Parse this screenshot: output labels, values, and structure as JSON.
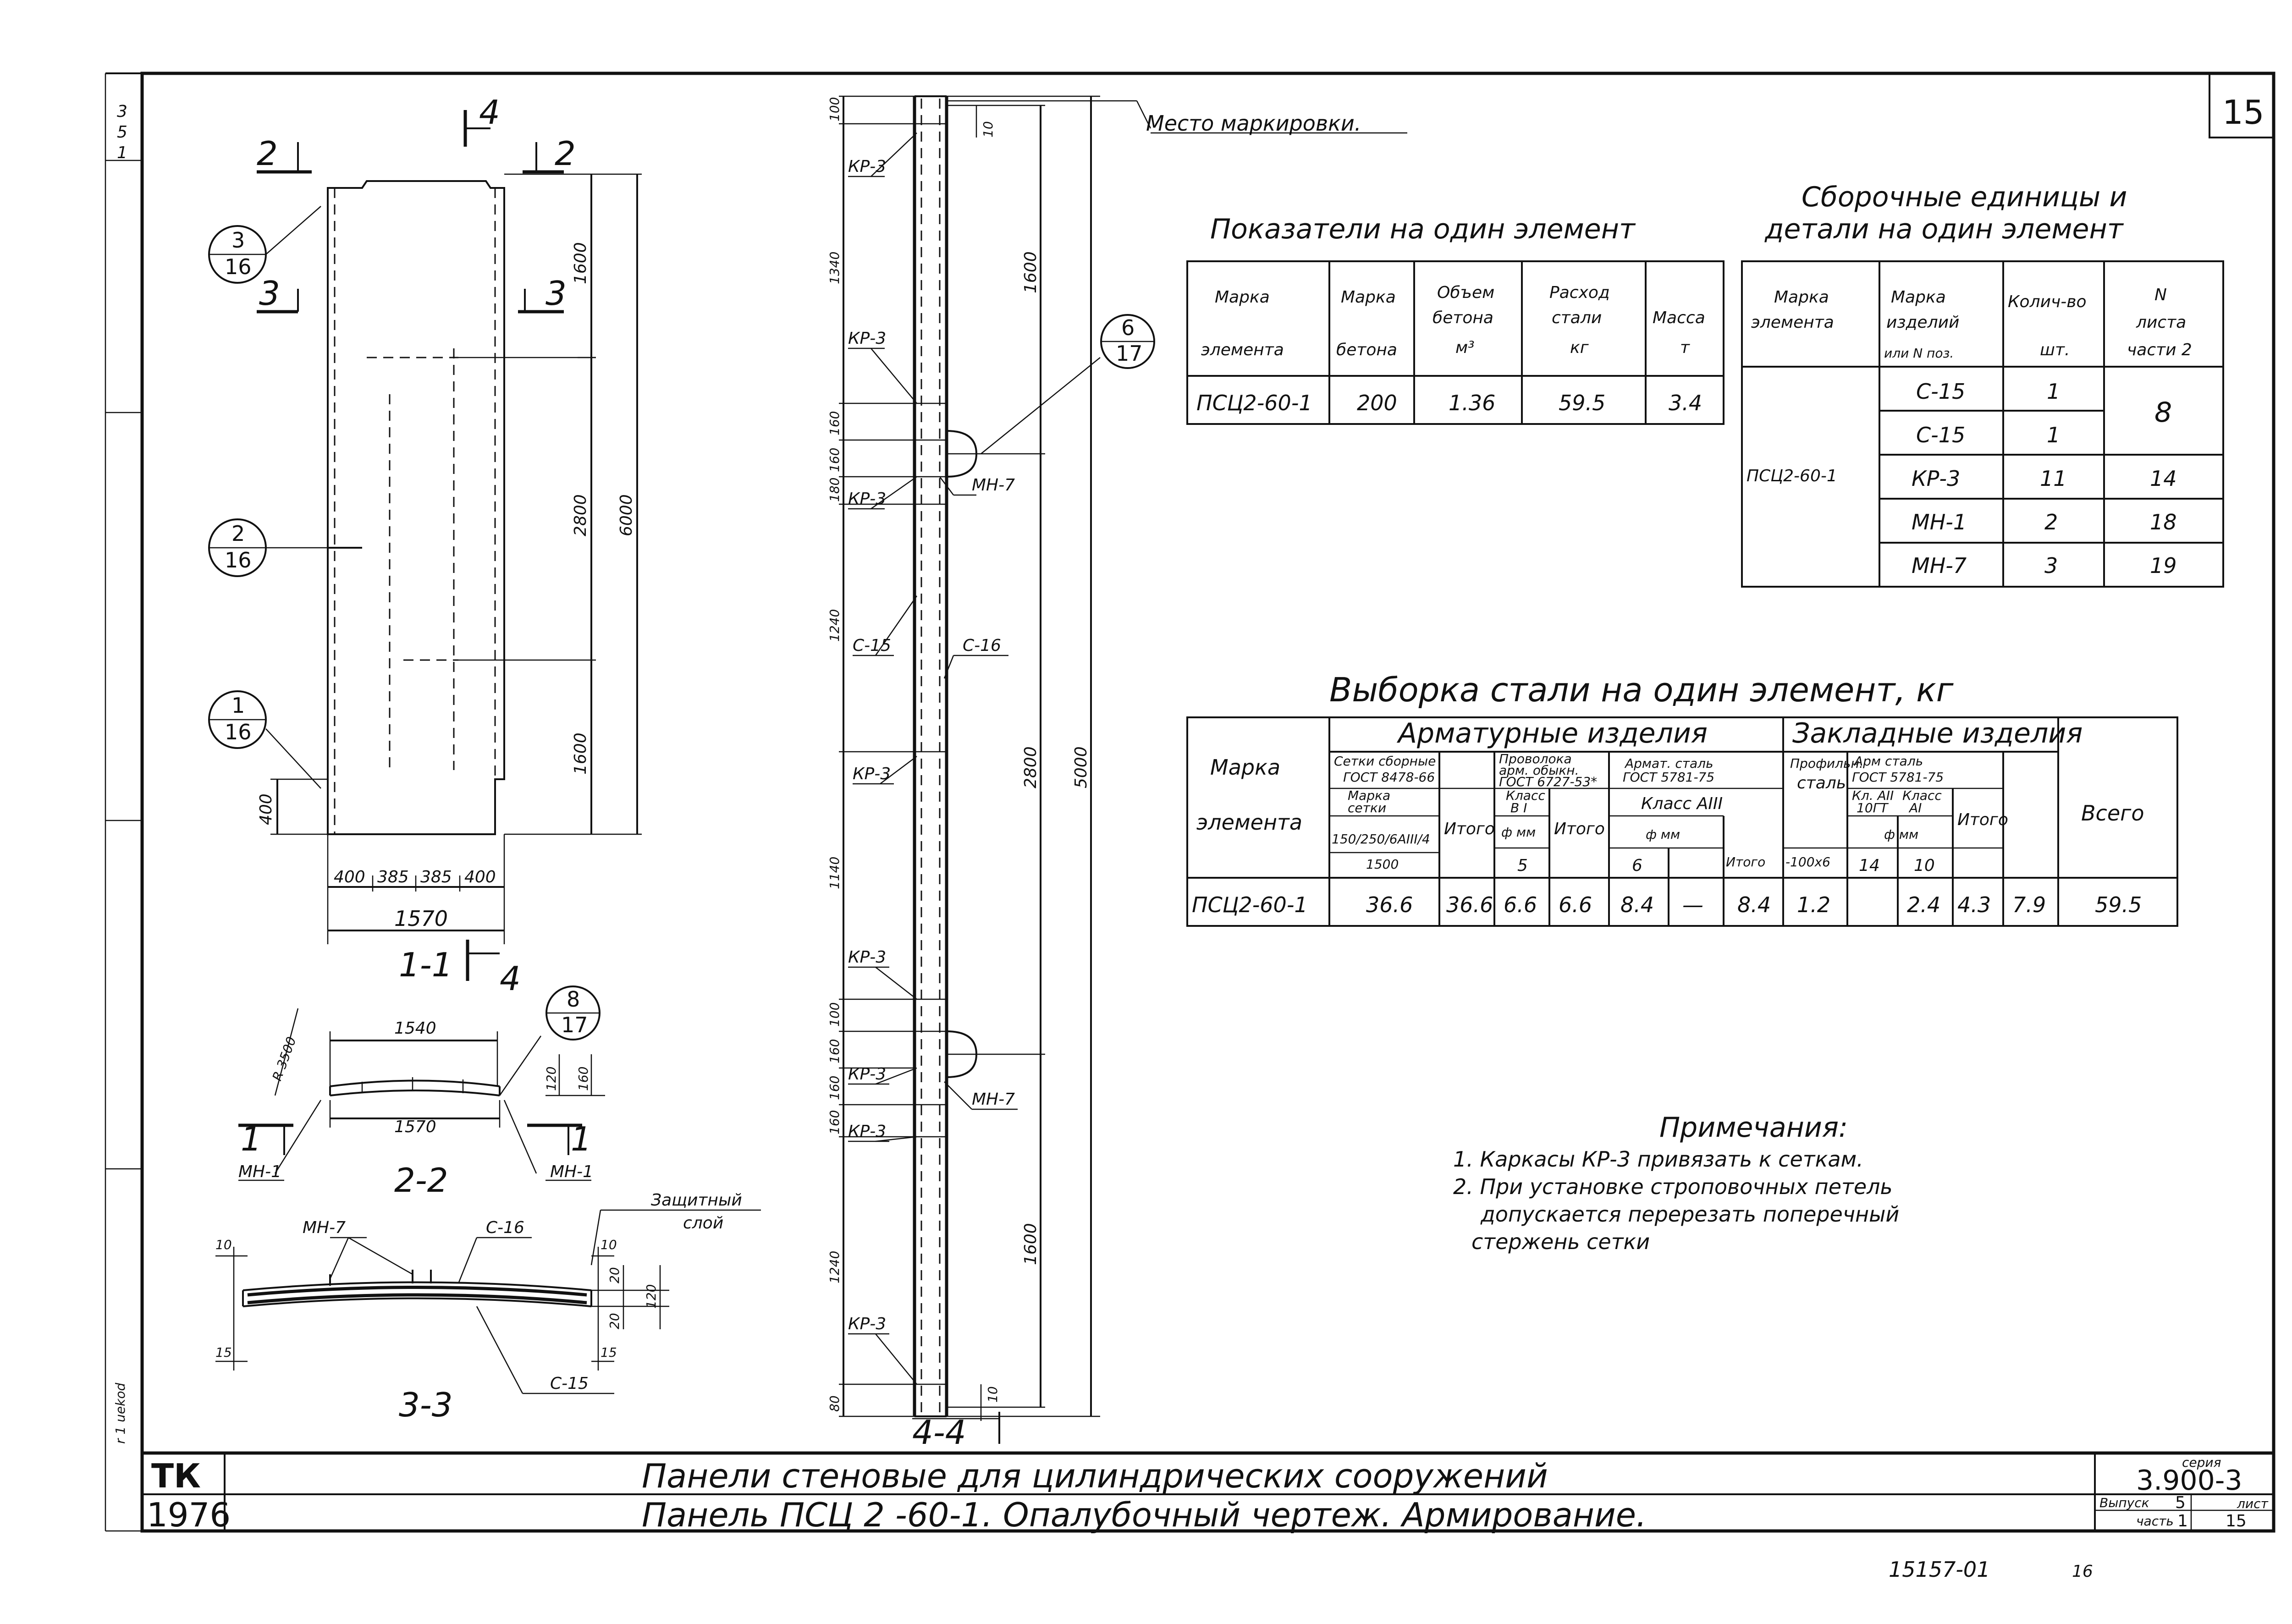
{
  "sheet_number": "15",
  "left_margin_text": [
    "3",
    "5",
    "1"
  ],
  "left_margin_text_bottom": "r 1 uekod",
  "marking_label": "Место маркировки.",
  "section_labels": {
    "s2_left": "2",
    "s2_right": "2",
    "s3_left": "3",
    "s3_right": "3",
    "s4_top": "4",
    "s4_bottom": "4",
    "s11": "1-1",
    "s22": "2-2",
    "s33": "3-3",
    "s44": "4-4",
    "s1_left": "1",
    "s1_right": "1"
  },
  "callouts": [
    {
      "top": "3",
      "bottom": "16"
    },
    {
      "top": "2",
      "bottom": "16"
    },
    {
      "top": "1",
      "bottom": "16"
    },
    {
      "top": "6",
      "bottom": "17"
    },
    {
      "top": "8",
      "bottom": "17"
    }
  ],
  "front_view_dims": {
    "height_total": "6000",
    "upper": "1600",
    "middle": "2800",
    "lower": "1600",
    "base": "400",
    "w1": "400",
    "w2": "385",
    "w3": "385",
    "w4": "400",
    "width": "1570"
  },
  "section_22_dims": {
    "top": "1540",
    "bottom": "1570",
    "radius": "R 3500",
    "d120": "120",
    "d160": "160"
  },
  "section_22_labels": {
    "left": "МН-1",
    "right": "МН-1"
  },
  "section_33_labels": {
    "mn7": "МН-7",
    "c16": "С-16",
    "c15": "С-15",
    "protective_1": "Защитный",
    "protective_2": "слой"
  },
  "section_33_dims": {
    "d10a": "10",
    "d10b": "10",
    "d20a": "20",
    "d20b": "20",
    "d120": "120",
    "d15a": "15",
    "d15b": "15"
  },
  "section_44_left_dims": [
    "100",
    "1340",
    "160",
    "160",
    "180",
    "1240",
    "1140",
    "100",
    "160",
    "160",
    "160",
    "1240",
    "80"
  ],
  "section_44_right_dims": {
    "d10top": "10",
    "d1600a": "1600",
    "d2800": "2800",
    "d5000": "5000",
    "d1600b": "1600",
    "d10bot": "10"
  },
  "section_44_labels": [
    "КР-3",
    "КР-3",
    "КР-3",
    "С-15",
    "КР-3",
    "КР-3",
    "КР-3",
    "КР-3",
    "КР-3",
    "МН-7",
    "С-16",
    "МН-7"
  ],
  "table_indicators": {
    "title": "Показатели на один элемент",
    "headers": [
      [
        "Марка",
        "элемента"
      ],
      [
        "Марка",
        "бетона"
      ],
      [
        "Объем",
        "бетона",
        "м³"
      ],
      [
        "Расход",
        "стали",
        "кг"
      ],
      [
        "Масса",
        "т"
      ]
    ],
    "row": [
      "ПСЦ2-60-1",
      "200",
      "1.36",
      "59.5",
      "3.4"
    ]
  },
  "table_assembly": {
    "title_1": "Сборочные единицы и",
    "title_2": "детали на один элемент",
    "headers": [
      [
        "Марка",
        "элемента"
      ],
      [
        "Марка",
        "изделий",
        "или N поз."
      ],
      [
        "Колич-во",
        "шт."
      ],
      [
        "N",
        "листа",
        "части 2"
      ]
    ],
    "element": "ПСЦ2-60-1",
    "rows": [
      {
        "item": "С-15",
        "qty": "1",
        "sheet": "8"
      },
      {
        "item": "С-15",
        "qty": "1",
        "sheet": ""
      },
      {
        "item": "КР-3",
        "qty": "11",
        "sheet": "14"
      },
      {
        "item": "МН-1",
        "qty": "2",
        "sheet": "18"
      },
      {
        "item": "МН-7",
        "qty": "3",
        "sheet": "19"
      }
    ]
  },
  "table_steel": {
    "title": "Выборка стали на один элемент, кг",
    "h_mark": [
      "Марка",
      "элемента"
    ],
    "h_reinf": "Арматурные изделия",
    "h_embed": "Закладные изделия",
    "h_total": "Всего",
    "h_mesh": [
      "Сетки сборные",
      "ГОСТ 8478-66"
    ],
    "h_mesh_mark": [
      "Марка",
      "сетки"
    ],
    "h_mesh_code": "150/250/6АIII/4",
    "h_mesh_len": "1500",
    "h_itogo": "Итого",
    "h_wire": [
      "Проволока",
      "арм. обыкн.",
      "ГОСТ 6727-53*"
    ],
    "h_wire_class": [
      "Класс",
      "B I"
    ],
    "h_wire_phi": "ф мм",
    "h_wire_d": "5",
    "h_rebar": [
      "Армат. сталь",
      "ГОСТ 5781-75"
    ],
    "h_rebar_class": "Класс АIII",
    "h_rebar_phi": "ф мм",
    "h_rebar_d": "6",
    "h_prof": [
      "Профильн.",
      "сталь"
    ],
    "h_prof_size": "-100х6",
    "h_rebar2": [
      "Арм сталь",
      "ГОСТ 5781-75"
    ],
    "h_rebar2_class1": [
      "Кл. АII",
      "10ГТ"
    ],
    "h_rebar2_class2": [
      "Класс",
      "АI"
    ],
    "h_rebar2_phi": "ф мм",
    "h_rebar2_d1": "14",
    "h_rebar2_d2": "10",
    "row": [
      "ПСЦ2-60-1",
      "36.6",
      "36.6",
      "6.6",
      "6.6",
      "8.4",
      "—",
      "8.4",
      "1.2",
      "",
      "2.4",
      "4.3",
      "7.9",
      "59.5"
    ]
  },
  "notes": {
    "title": "Примечания:",
    "lines": [
      "1. Каркасы КР-3 привязать к сеткам.",
      "2. При установке строповочных петель",
      "допускается перерезать поперечный",
      "стержень сетки"
    ]
  },
  "title_block": {
    "org": "ТК",
    "year": "1976",
    "line1": "Панели стеновые для цилиндрических сооружений",
    "line2": "Панель ПСЦ 2 -60-1. Опалубочный чертеж. Армирование.",
    "series_label": "серия",
    "series": "3.900-3",
    "issue_label": "Выпуск",
    "issue": "5",
    "part_label": "часть",
    "part": "1",
    "sheet_label": "лист",
    "sheet": "15"
  },
  "footer": {
    "code": "15157-01",
    "page": "16"
  }
}
